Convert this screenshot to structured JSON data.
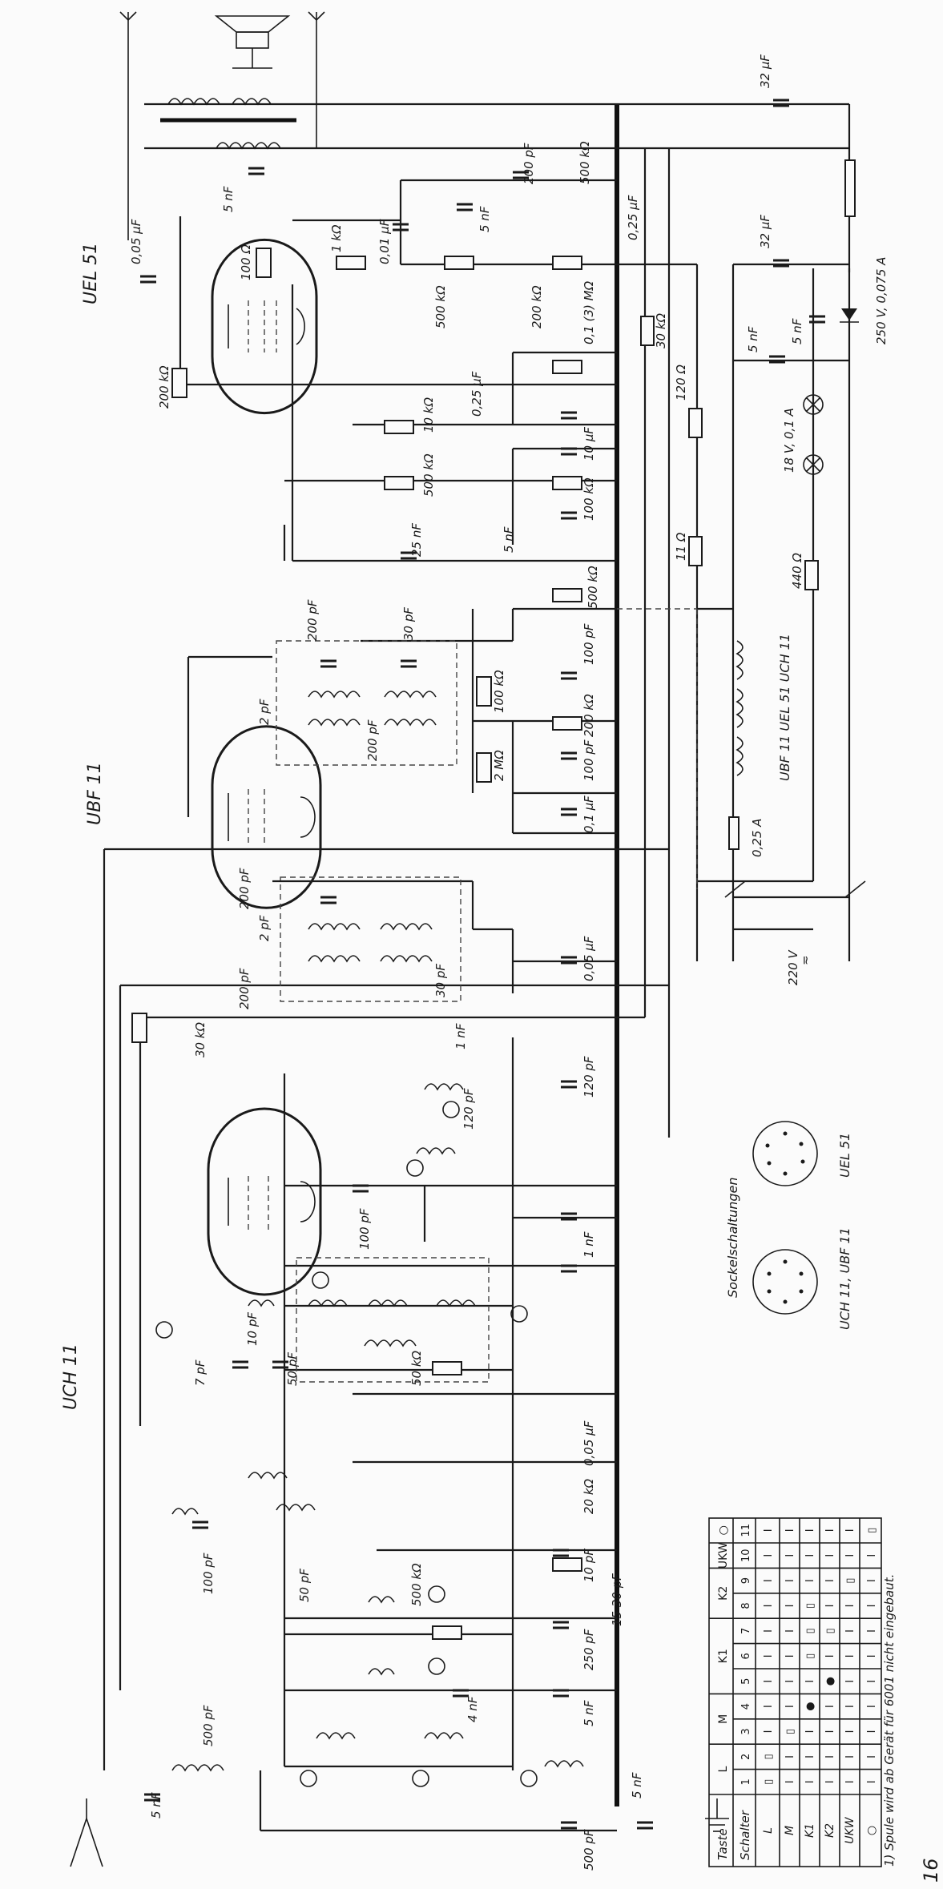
{
  "tubes": {
    "uel51": "UEL 51",
    "ubf11": "UBF 11",
    "uch11": "UCH 11"
  },
  "resistors_top": {
    "r200k": "200 kΩ",
    "r100": "100 Ω",
    "r1k": "1 kΩ",
    "r500k_a": "500 kΩ",
    "r200k_b": "200 kΩ",
    "r01m": "0,1 (3) MΩ",
    "r10k": "10 kΩ",
    "r500k_c": "500 kΩ",
    "r100k": "100 kΩ",
    "r500k_d": "500 kΩ",
    "r30k": "30 kΩ",
    "r120": "120 Ω",
    "r11": "11 Ω",
    "r440": "440 Ω"
  },
  "capacitors_top": {
    "c005uf": "0,05 µF",
    "c5nf_a": "5 nF",
    "c001uf": "0,01 µF",
    "c5nf_b": "5 nF",
    "c200pf": "200 pF",
    "c500k": "500 kΩ",
    "c025uf": "0,25 µF",
    "c025uf_b": "0,25 µF",
    "c10uf": "10 µF",
    "c25nf": "25 nF",
    "c5nf_c": "5 nF",
    "c32uf_a": "32 µF",
    "c32uf_b": "32 µF",
    "c5nf_d": "5 nF",
    "c5nf_e": "5 nF"
  },
  "power": {
    "diode": "250 V, 0,075 A",
    "lamps": "18 V, 0,1 A",
    "heaters": "UBF 11   UEL 51  UCH 11",
    "fuse": "0,25 A",
    "mains": "220 V",
    "mains_sym": "≂"
  },
  "if_stage": {
    "c2pf_a": "2 pF",
    "c200pf_a": "200 pF",
    "c30pf_a": "30 pF",
    "c200pf_b": "200 pF",
    "r100k": "100 kΩ",
    "r2m": "2 MΩ",
    "r200k": "200 kΩ",
    "c100pf_a": "100 pF",
    "c100pf_b": "100 pF",
    "c01uf": "0,1 µF",
    "c200pf_c": "200 pF",
    "c2pf_b": "2 pF",
    "c30pf_b": "30 pF",
    "c005uf": "0,05 µF",
    "c200pf_d": "200 pF",
    "r30k": "30 kΩ"
  },
  "osc_stage": {
    "c1nf_a": "1 nF",
    "c120pf_a": "120 pF",
    "c120pf_b": "120 pF",
    "c100pf": "100 pF",
    "c1nf_b": "1 nF",
    "c10pf": "10 pF",
    "c7pf": "7 pF",
    "c50pf_a": "50 pF",
    "r50k": "50 kΩ",
    "c005uf": "0,05 µF",
    "r20k": "20 kΩ"
  },
  "input_stage": {
    "c5nf_a": "5 nF",
    "c500pf_a": "500 pF",
    "c100pf": "100 pF",
    "c50pf": "50 pF",
    "r500k": "500 kΩ",
    "c10pf": "10 pF",
    "c30pf": "15  30 pF",
    "c250pf": "250 pF",
    "c5nf_b": "5 nF",
    "c4nf": "4 nF",
    "c500pf_b": "500 pF",
    "c5nf_c": "5 nF"
  },
  "socket": {
    "heading": "Sockelschaltungen",
    "left_label": "UCH 11, UBF 11",
    "right_label": "UEL 51"
  },
  "switch_table": {
    "head_taste": "Taste",
    "head_schalter": "Schalter",
    "groups": [
      "L",
      "M",
      "K1",
      "K2",
      "UKW",
      "○"
    ],
    "numbers": [
      "1",
      "2",
      "3",
      "4",
      "5",
      "6",
      "7",
      "8",
      "9",
      "10",
      "11"
    ],
    "rows": [
      {
        "label": "L",
        "cells": [
          "▯",
          "▯",
          "I",
          "I",
          "I",
          "I",
          "I",
          "I",
          "I",
          "I",
          "I"
        ]
      },
      {
        "label": "M",
        "cells": [
          "I",
          "I",
          "▯",
          "I",
          "I",
          "I",
          "I",
          "I",
          "I",
          "I",
          "I"
        ]
      },
      {
        "label": "K1",
        "cells": [
          "I",
          "I",
          "I",
          "●",
          "I",
          "▯",
          "▯",
          "▯",
          "I",
          "I",
          "I"
        ]
      },
      {
        "label": "K2",
        "cells": [
          "I",
          "I",
          "I",
          "I",
          "●",
          "I",
          "▯",
          "I",
          "I",
          "I",
          "I"
        ]
      },
      {
        "label": "UKW",
        "cells": [
          "I",
          "I",
          "I",
          "I",
          "I",
          "I",
          "I",
          "I",
          "▯",
          "I",
          "I"
        ]
      },
      {
        "label": "○",
        "cells": [
          "I",
          "I",
          "I",
          "I",
          "I",
          "I",
          "I",
          "I",
          "I",
          "I",
          "▯"
        ]
      }
    ]
  },
  "footnote": "1) Spule wird ab Gerät für 6001 nicht eingebaut.",
  "page_mark": "16"
}
